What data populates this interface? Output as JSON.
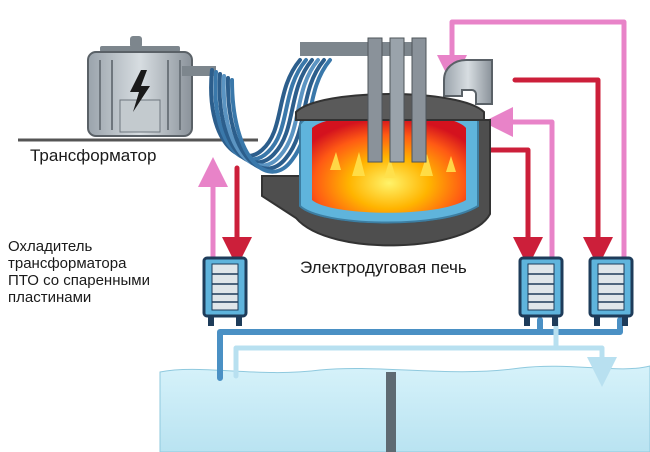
{
  "labels": {
    "transformer": "Трансформатор",
    "furnace": "Электродуговая печь",
    "cooler_lines": [
      "Охладитель",
      "трансформатора",
      "ПТО со спаренными",
      "пластинами"
    ]
  },
  "components": {
    "transformer_icon": "lightning-bolt-icon",
    "heat_exchangers": 3
  },
  "colors": {
    "hot_water": "#cc1f3a",
    "cool_loop": "#e883c8",
    "cold_water": "#4a90c4",
    "light_water": "#b8e0f0",
    "reservoir": "#cdeef8",
    "furnace_shell": "#4e4e4e",
    "furnace_lining": "#5fb4dc",
    "flame": "#ffb400"
  }
}
